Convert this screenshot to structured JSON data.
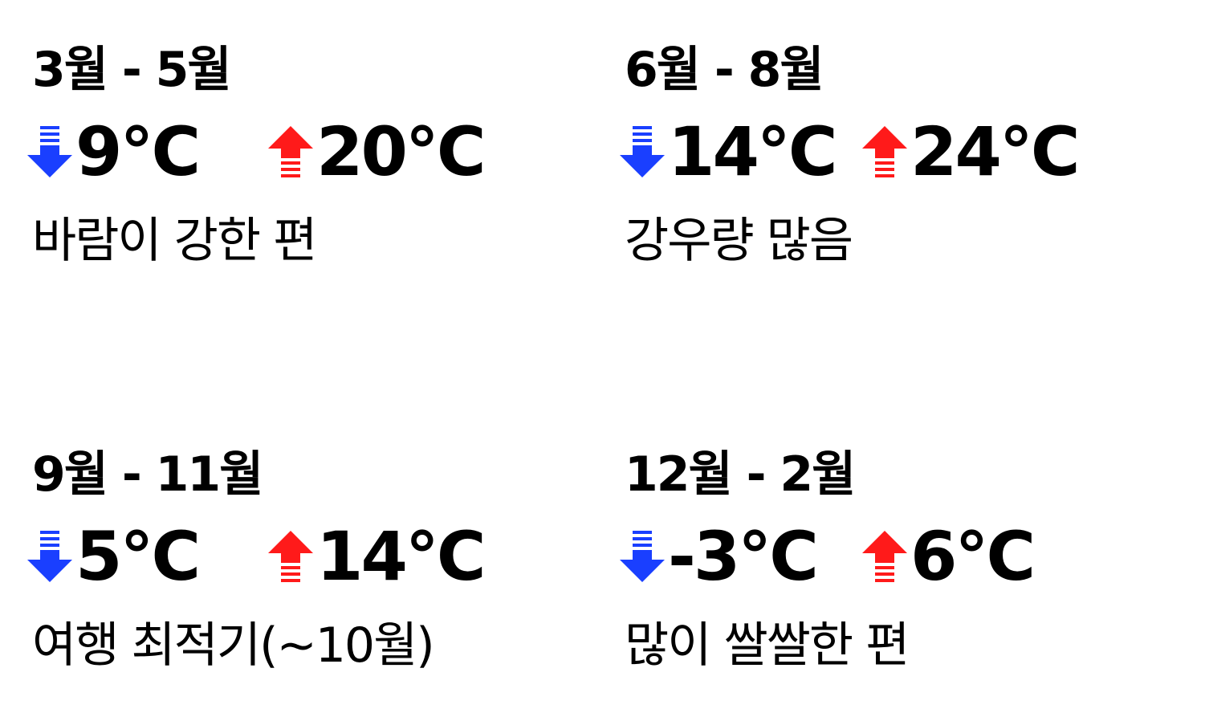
{
  "colors": {
    "low_arrow": "#1a3fff",
    "high_arrow": "#ff1a1a",
    "text": "#000000",
    "background": "#ffffff"
  },
  "icons": {
    "low": "arrow-down-icon",
    "high": "arrow-up-icon"
  },
  "seasons": [
    {
      "period": "3월 - 5월",
      "low": "9°C",
      "high": "20°C",
      "note": "바람이 강한 편"
    },
    {
      "period": "6월 - 8월",
      "low": "14°C",
      "high": "24°C",
      "note": "강우량 많음"
    },
    {
      "period": "9월 - 11월",
      "low": "5°C",
      "high": "14°C",
      "note": "여행 최적기(~10월)"
    },
    {
      "period": "12월 - 2월",
      "low": "-3°C",
      "high": "6°C",
      "note": "많이 쌀쌀한 편"
    }
  ]
}
